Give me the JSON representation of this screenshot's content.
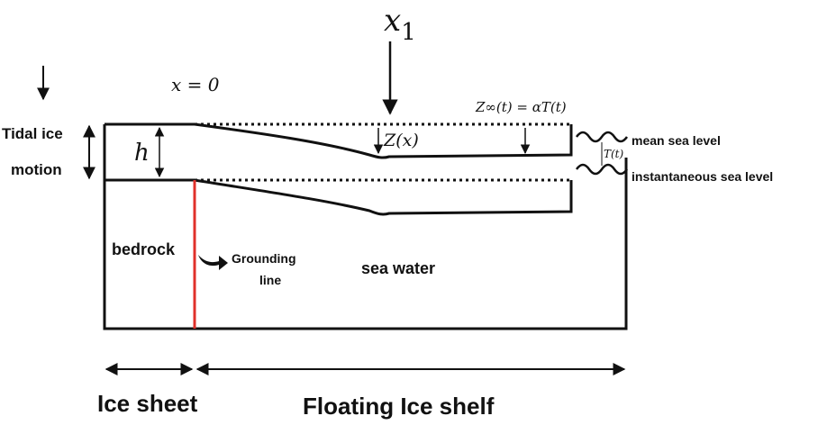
{
  "labels": {
    "x1": "x",
    "x1_sub": "1",
    "x0": "x = 0",
    "zinf": "Z∞(t) = αT(t)",
    "zx": "Z(x)",
    "h": "h",
    "tt": "T(t)",
    "tidal_line1": "Tidal ice",
    "tidal_line2": "motion",
    "mean_sea": "mean sea level",
    "inst_sea": "instantaneous sea level",
    "bedrock": "bedrock",
    "grounding1": "Grounding",
    "grounding2": "line",
    "sea_water": "sea water",
    "ice_sheet": "Ice sheet",
    "floating": "Floating Ice shelf"
  },
  "colors": {
    "line": "#111111",
    "grounding": "#e0302a"
  }
}
